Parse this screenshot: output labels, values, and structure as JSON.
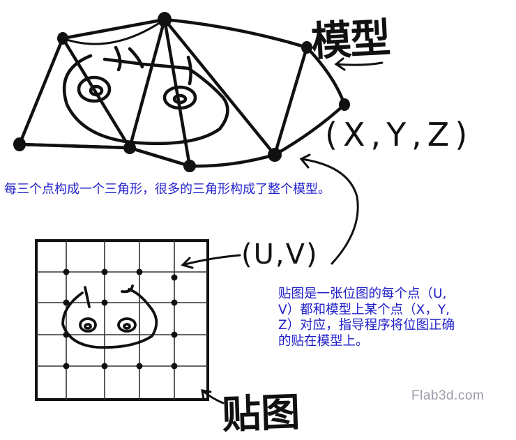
{
  "labels": {
    "model": "模型",
    "xyz": "(X,Y,Z)",
    "uv": "(U,V)",
    "texture": "贴图"
  },
  "caption": "每三个点构成一个三角形，很多的三角形构成了整个模型。",
  "explanation": "贴图是一张位图的每个点（U,V）都和模型上某个点（X，Y,Z）对应，指导程序将位图正确的贴在模型上。",
  "credit": "Flab3d.com",
  "colors": {
    "ink": "#111111",
    "caption_text": "#2222cc",
    "credit_text": "#9a9aaa"
  },
  "icons": [
    "model-mesh-sketch",
    "cat-face-sketch",
    "texture-grid-sketch",
    "arrow-to-model",
    "arrow-to-vertex",
    "arrow-to-texture",
    "arrow-to-texture-bottom"
  ]
}
